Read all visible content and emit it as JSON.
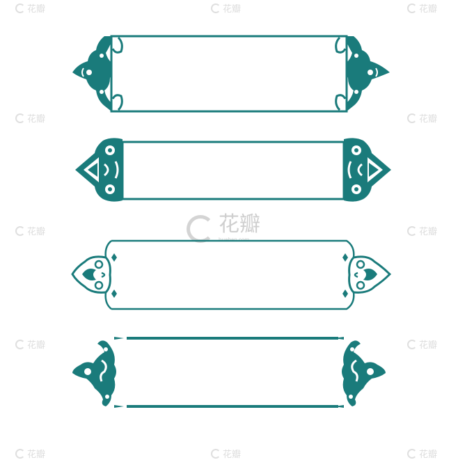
{
  "canvas": {
    "background": "#ffffff"
  },
  "colors": {
    "ornament": "#1a7b7b",
    "watermark": "#d9d9d9"
  },
  "frames": [
    {
      "id": "frame-1",
      "style": "ornate-bracket"
    },
    {
      "id": "frame-2",
      "style": "pointed-scroll"
    },
    {
      "id": "frame-3",
      "style": "cloud-scroll"
    },
    {
      "id": "frame-4",
      "style": "open-scroll"
    }
  ],
  "watermark": {
    "text": "花瓣",
    "subtext": "huaban.com",
    "icon": "huaban-logo-icon"
  }
}
